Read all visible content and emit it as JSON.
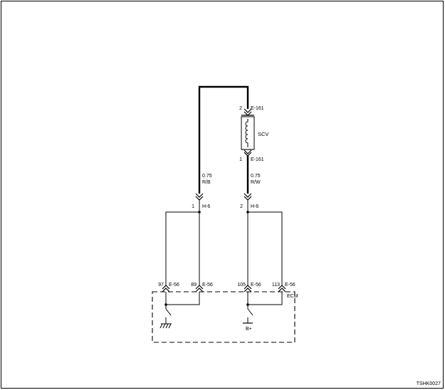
{
  "diagram": {
    "footer_code": "TSHK0027",
    "component": {
      "label": "SCV"
    },
    "connectors": {
      "scv_top": {
        "pin": "2",
        "name": "E-161"
      },
      "scv_bottom": {
        "pin": "1",
        "name": "E-161"
      },
      "h6_left": {
        "pin": "1",
        "name": "H-6"
      },
      "h6_right": {
        "pin": "2",
        "name": "H-6"
      },
      "ecm_97": {
        "pin": "97",
        "name": "E-56"
      },
      "ecm_89": {
        "pin": "89",
        "name": "E-56"
      },
      "ecm_105": {
        "pin": "105",
        "name": "E-56"
      },
      "ecm_113": {
        "pin": "113",
        "name": "E-56"
      }
    },
    "wires": {
      "left": {
        "size": "0.75",
        "color": "R/B"
      },
      "right": {
        "size": "0.75",
        "color": "R/W"
      }
    },
    "ecm_label": "ECM",
    "bplus_label": "B+"
  }
}
